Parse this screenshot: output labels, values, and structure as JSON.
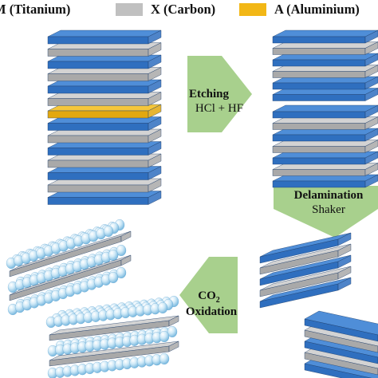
{
  "legend": {
    "items": [
      {
        "label": "M (Titanium)",
        "color": "#2f6fbf"
      },
      {
        "label": "X (Carbon)",
        "color": "#c0c0c0"
      },
      {
        "label": "A (Aluminium)",
        "color": "#f2b716"
      }
    ]
  },
  "steps": {
    "etching": {
      "title": "Etching",
      "detail": "HCl + HF"
    },
    "delamination": {
      "title": "Delamination",
      "detail": "Shaker"
    },
    "oxidation": {
      "title_main": "CO",
      "title_sub": "2",
      "detail": "Oxidation"
    }
  },
  "colors": {
    "titanium_front": "#2f6fbf",
    "titanium_top": "#4f8ed8",
    "carbon_front": "#a9a9a9",
    "carbon_top": "#d3d3d3",
    "aluminium_front": "#e3a80f",
    "aluminium_top": "#f5c63a",
    "arrow_fill": "#a8d08d",
    "edge": "#1f3f6b"
  }
}
